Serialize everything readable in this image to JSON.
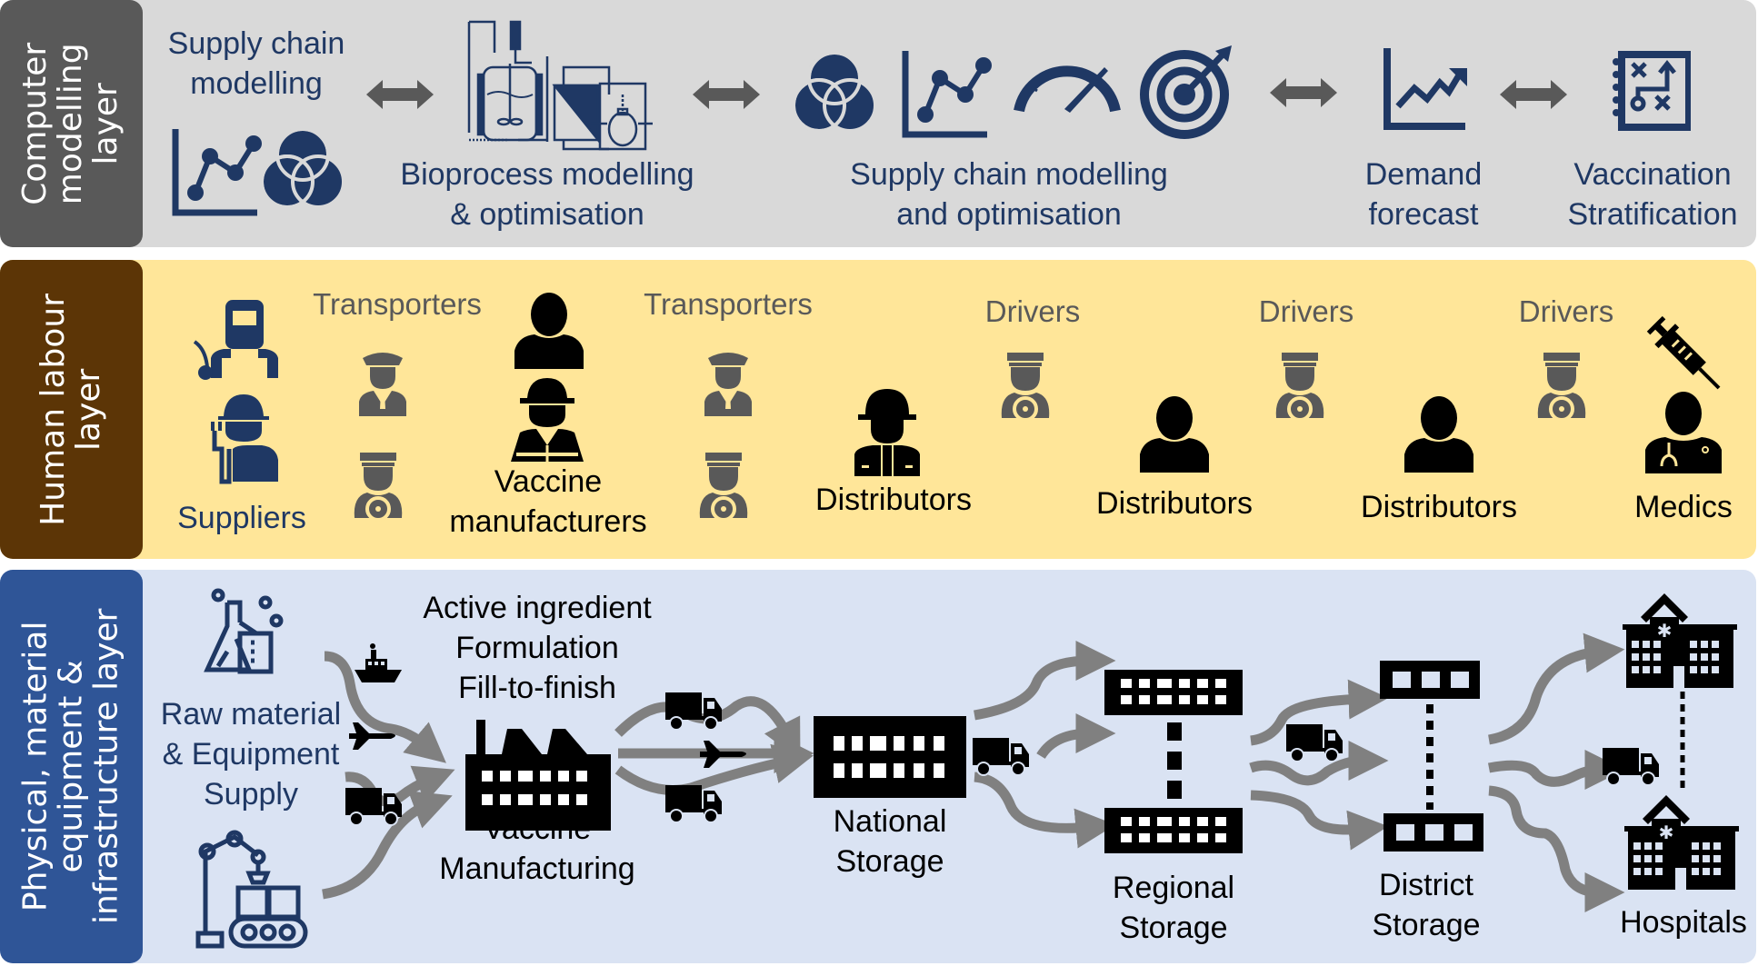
{
  "layers": {
    "computer": {
      "title_lines": [
        "Computer",
        "modelling",
        "layer"
      ],
      "colors": {
        "tab": "#595959",
        "background": "#d9d9d9",
        "text": "#1f3864",
        "arrow": "#595959"
      },
      "stages": [
        {
          "lines": [
            "Supply chain",
            "modelling"
          ],
          "icons": [
            "line-chart-icon",
            "venn-diagram-icon"
          ]
        },
        {
          "lines": [
            "Bioprocess modelling",
            "& optimisation"
          ],
          "icons": [
            "bioreactor-process-icon"
          ]
        },
        {
          "lines": [
            "Supply chain modelling",
            "and optimisation"
          ],
          "icons": [
            "venn-diagram-icon",
            "line-chart-icon",
            "speedometer-icon",
            "target-icon"
          ]
        },
        {
          "lines": [
            "Demand",
            "forecast"
          ],
          "icons": [
            "trend-chart-icon"
          ]
        },
        {
          "lines": [
            "Vaccination",
            "Stratification"
          ],
          "icons": [
            "strategy-board-icon"
          ]
        }
      ],
      "connectors": [
        "double-arrow",
        "double-arrow",
        "double-arrow",
        "double-arrow"
      ]
    },
    "human": {
      "title_lines": [
        "Human labour",
        "layer"
      ],
      "colors": {
        "tab": "#5c3506",
        "background": "#ffe699"
      },
      "groups": [
        {
          "label": "Suppliers",
          "icons": [
            "welder-icon",
            "electrician-icon"
          ],
          "color": "#1f3864"
        },
        {
          "label": "Transporters",
          "icons": [
            "pilot-icon",
            "driver-icon"
          ],
          "color": "#595959"
        },
        {
          "label_lines": [
            "Vaccine",
            "manufacturers"
          ],
          "icons": [
            "person-icon",
            "construction-worker-icon"
          ],
          "color": "#000000"
        },
        {
          "label": "Transporters",
          "icons": [
            "pilot-icon",
            "driver-icon"
          ],
          "color": "#595959"
        },
        {
          "label": "Distributors",
          "icons": [
            "firefighter-icon"
          ],
          "color": "#000000"
        },
        {
          "label": "Drivers",
          "icons": [
            "driver-icon"
          ],
          "color": "#595959"
        },
        {
          "label": "Distributors",
          "icons": [
            "person-icon"
          ],
          "color": "#000000"
        },
        {
          "label": "Drivers",
          "icons": [
            "driver-icon"
          ],
          "color": "#595959"
        },
        {
          "label": "Distributors",
          "icons": [
            "person-icon"
          ],
          "color": "#000000"
        },
        {
          "label": "Drivers",
          "icons": [
            "driver-icon"
          ],
          "color": "#595959"
        },
        {
          "label": "Medics",
          "icons": [
            "syringe-icon",
            "doctor-icon"
          ],
          "color": "#000000"
        }
      ]
    },
    "physical": {
      "title_lines": [
        "Physical, material",
        "equipment &",
        "infrastructure layer"
      ],
      "colors": {
        "tab": "#2f5597",
        "background": "#dae3f3",
        "flow": "#808080"
      },
      "nodes": [
        {
          "lines": [
            "Raw material",
            "& Equipment",
            "Supply"
          ],
          "icons": [
            "lab-flasks-icon",
            "robot-arm-conveyor-icon"
          ],
          "color": "#1f3864"
        },
        {
          "top_lines": [
            "Active ingredient",
            "Formulation",
            "Fill-to-finish"
          ],
          "lines": [
            "Vaccine",
            "Manufacturing"
          ],
          "icons": [
            "factory-icon"
          ],
          "color": "#000000"
        },
        {
          "lines": [
            "National",
            "Storage"
          ],
          "icons": [
            "warehouse-icon"
          ],
          "color": "#000000"
        },
        {
          "lines": [
            "Regional",
            "Storage"
          ],
          "icons": [
            "warehouse-icon",
            "warehouse-icon"
          ],
          "color": "#000000"
        },
        {
          "lines": [
            "District",
            "Storage"
          ],
          "icons": [
            "warehouse-icon",
            "warehouse-icon"
          ],
          "color": "#000000"
        },
        {
          "lines": [
            "Hospitals"
          ],
          "icons": [
            "hospital-icon",
            "hospital-icon"
          ],
          "color": "#000000"
        }
      ],
      "transport_modes": [
        "ship-icon",
        "plane-icon",
        "truck-icon"
      ]
    }
  }
}
